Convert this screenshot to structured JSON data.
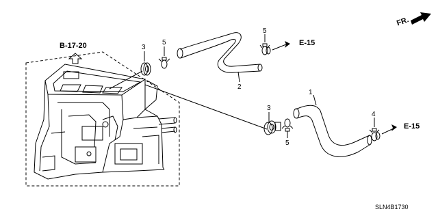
{
  "diagram": {
    "reference_codes": {
      "housing_ref": "B-17-20",
      "upper_outlet_ref": "E-15",
      "lower_outlet_ref": "E-15",
      "front_indicator": "FR."
    },
    "callouts": {
      "hose_lower": "1",
      "hose_upper": "2",
      "grommet_upper": "3",
      "grommet_lower": "3",
      "clamp_lower_right": "4",
      "clamp_upper_left": "5",
      "clamp_upper_right": "5",
      "clamp_lower_left": "5"
    },
    "drawing_code": "SLN4B1730",
    "colors": {
      "line": "#000000",
      "background": "#ffffff"
    }
  }
}
